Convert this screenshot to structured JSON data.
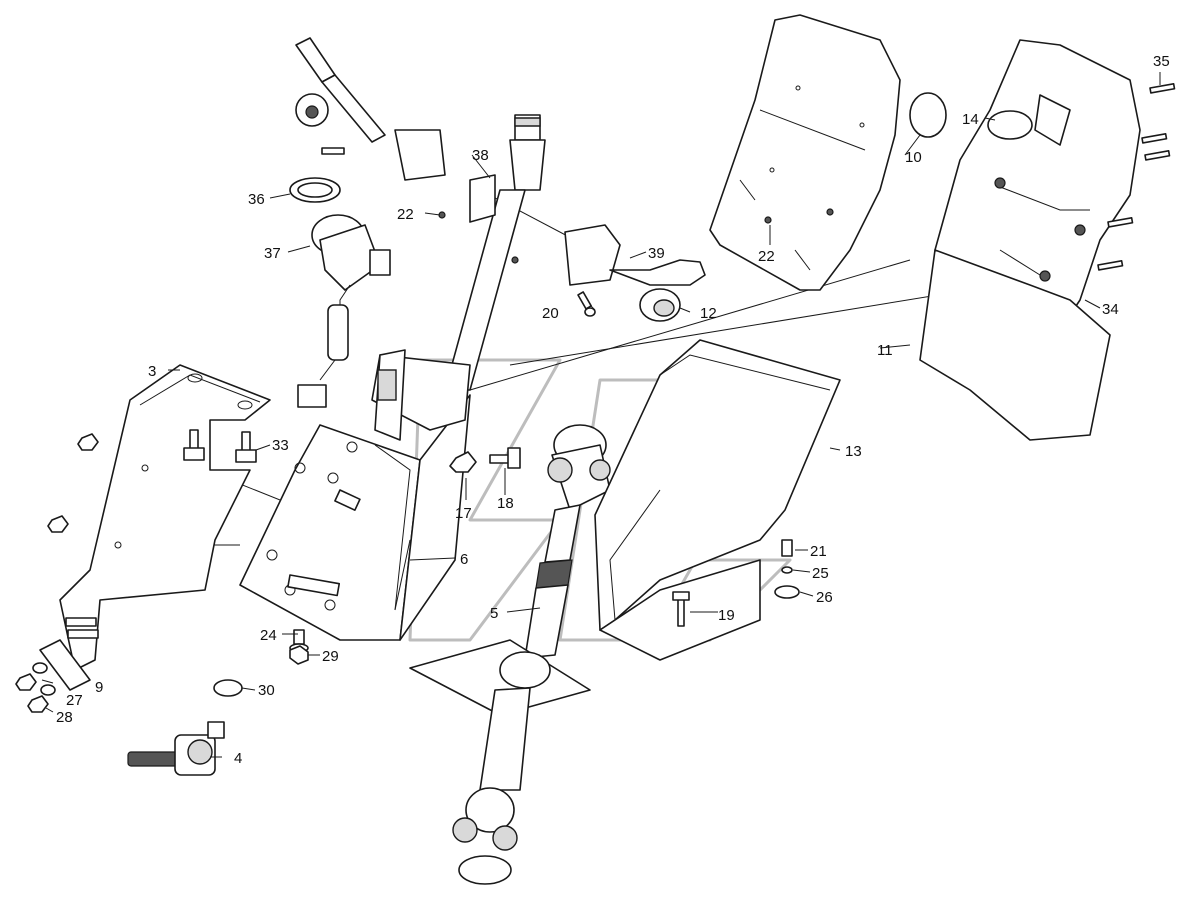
{
  "diagram": {
    "callouts": [
      "3",
      "4",
      "5",
      "6",
      "9",
      "10",
      "11",
      "12",
      "13",
      "14",
      "17",
      "18",
      "19",
      "20",
      "21",
      "22",
      "22",
      "24",
      "25",
      "26",
      "27",
      "28",
      "29",
      "30",
      "33",
      "34",
      "35",
      "36",
      "37",
      "38",
      "39"
    ]
  }
}
